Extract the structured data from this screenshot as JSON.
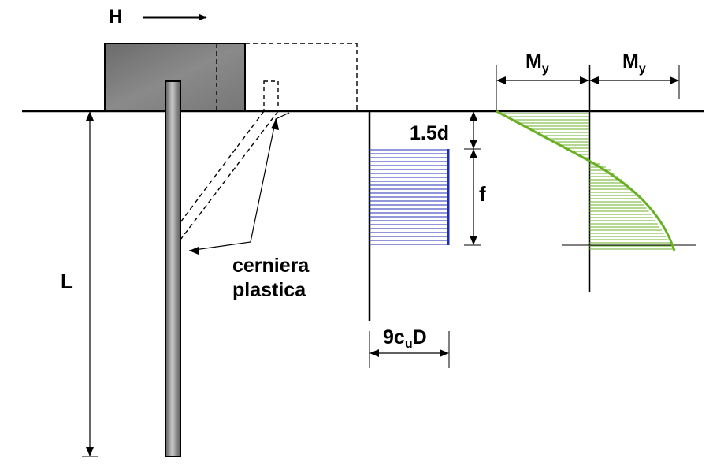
{
  "labels": {
    "force": "H",
    "length": "L",
    "hinge_line1": "cerniera",
    "hinge_line2": "plastica",
    "depth": "1.5d",
    "f": "f",
    "resist_pre": "9c",
    "resist_sub": "u",
    "resist_post": "D",
    "moment_main": "M",
    "moment_sub": "y"
  },
  "colors": {
    "cap": "#7a7a7a",
    "pile": "#888888",
    "soil_resistance": "#1f2fb0",
    "moment": "#6ab023",
    "line": "#000000"
  }
}
